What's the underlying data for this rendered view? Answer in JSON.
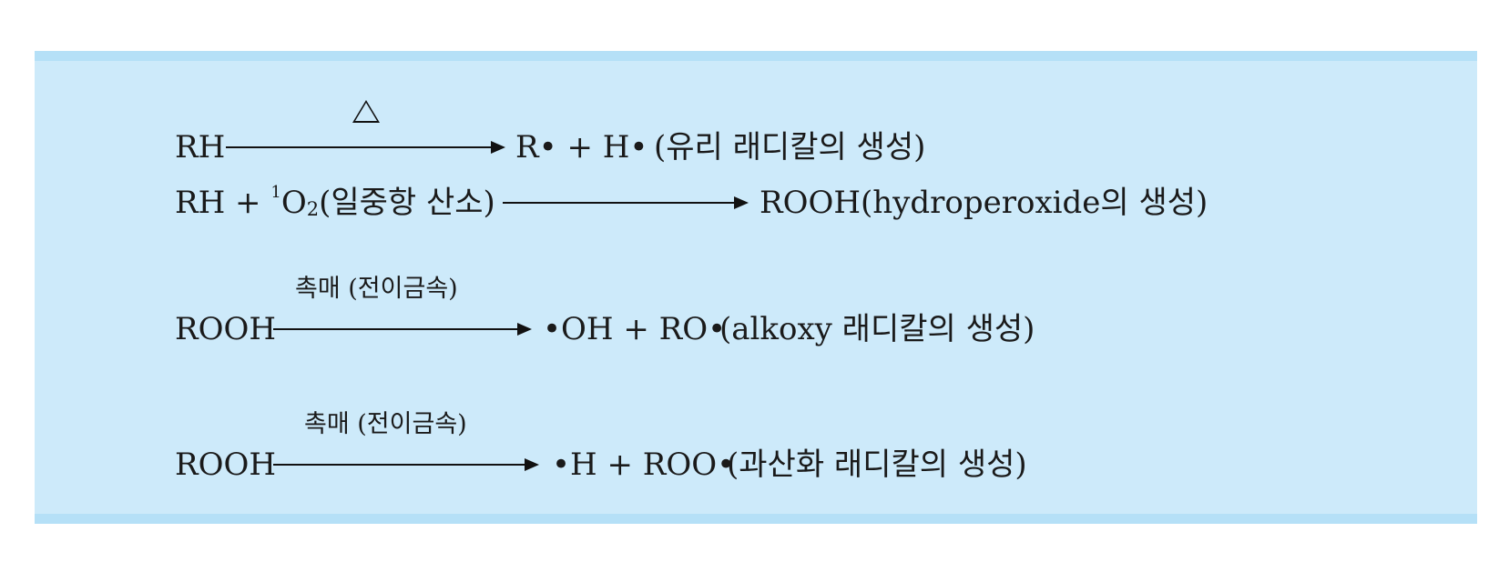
{
  "reactions": [
    {
      "reactant": "RH",
      "condition": "△",
      "product": "R• + H•",
      "note": "(유리 래디칼의 생성)"
    },
    {
      "reactant_prefix": "RH + ",
      "reactant_sup": "1",
      "reactant_o": "O",
      "reactant_sub": "2",
      "reactant_note": "(일중항 산소)",
      "product": "ROOH(hydroperoxide의 생성)"
    },
    {
      "reactant": "ROOH",
      "condition": "촉매 (전이금속)",
      "product": "•OH + RO•",
      "note": "(alkoxy 래디칼의 생성)"
    },
    {
      "reactant": "ROOH",
      "condition": "촉매 (전이금속)",
      "product": "•H + ROO•",
      "note": "(과산화 래디칼의 생성)"
    }
  ]
}
